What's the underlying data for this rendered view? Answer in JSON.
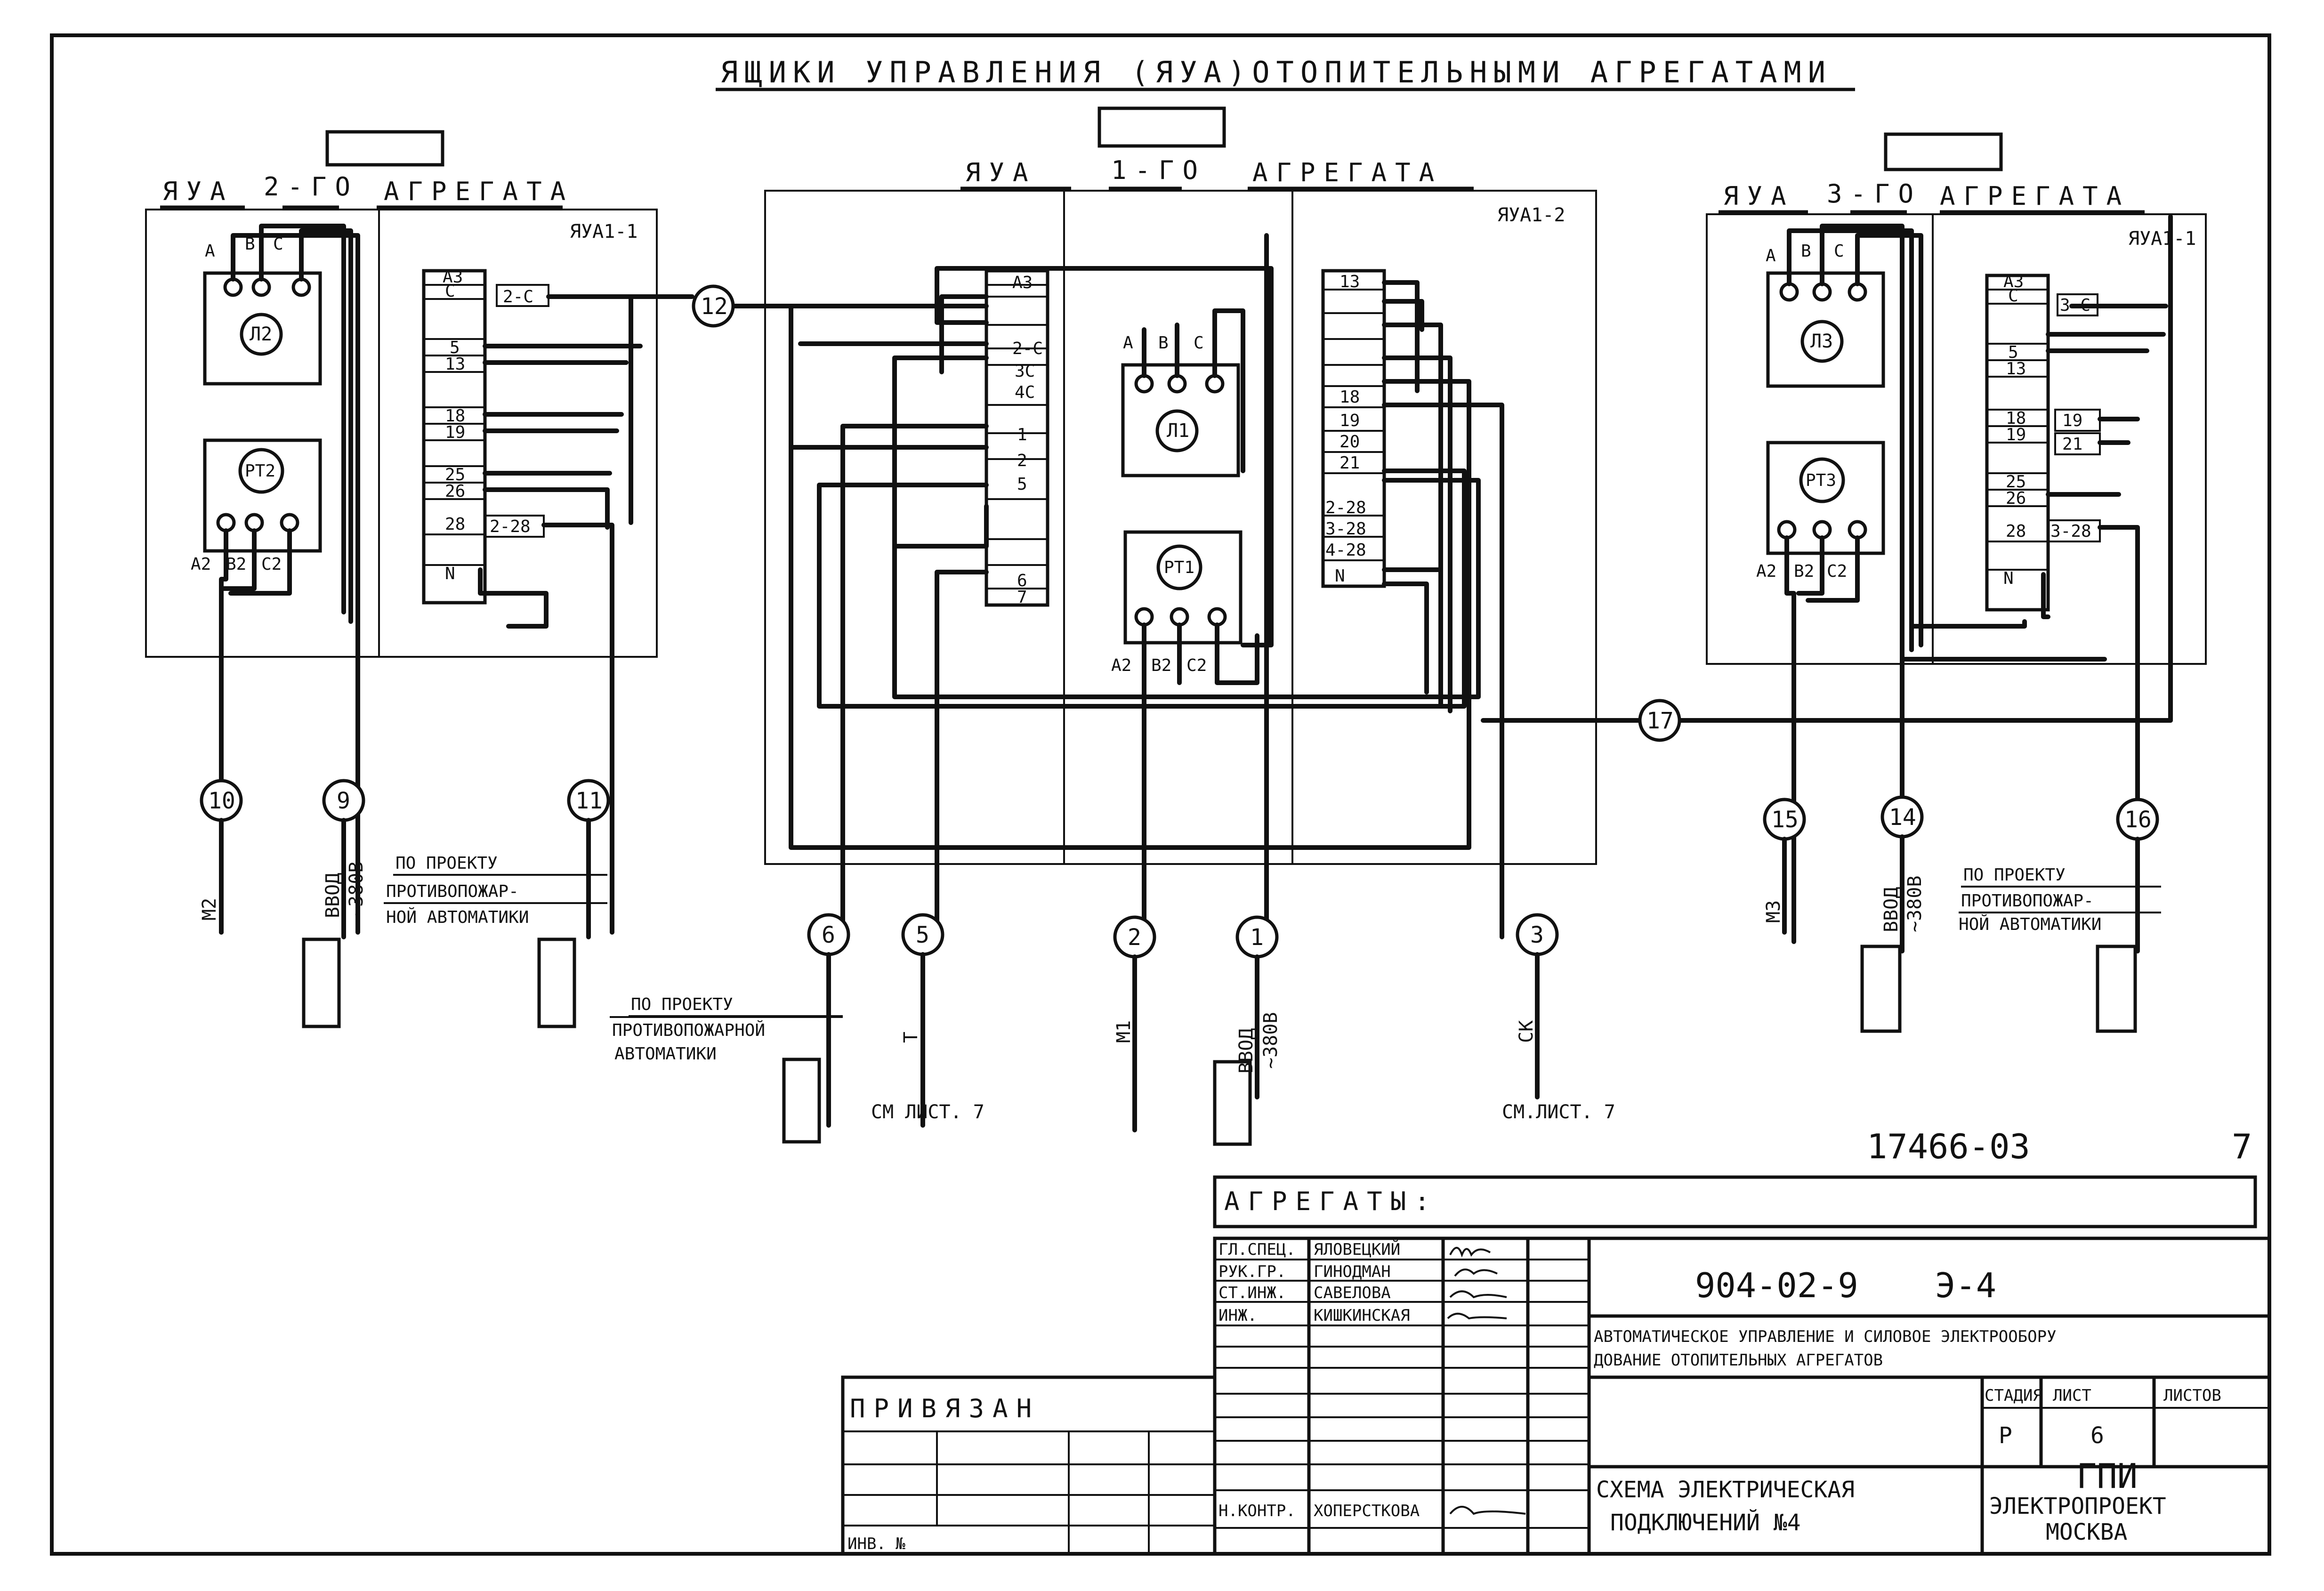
{
  "title": "ЯЩИКИ  УПРАВЛЕНИЯ (ЯУА)ОТОПИТЕЛЬНЫМИ АГРЕГАТАМИ",
  "boxes": {
    "box2": {
      "header_left": "ЯУА",
      "header_num": "2-ГО",
      "header_right": "АГРЕГАТА",
      "cabinet_id": "ЯУА1-1",
      "terminals": [
        "А3",
        "С",
        "5",
        "13",
        "18",
        "19",
        "25",
        "26",
        "28",
        "N"
      ],
      "links": [
        "2-С",
        "2-28"
      ],
      "lamp": "Л2",
      "relay": "РТ2",
      "lamp_phases": [
        "А",
        "В",
        "С"
      ],
      "relay_phases": [
        "А2",
        "В2",
        "С2"
      ]
    },
    "box1": {
      "header_left": "ЯУА",
      "header_num": "1-ГО",
      "header_right": "АГРЕГАТА",
      "cabinet_id": "ЯУА1-2",
      "terminals_left": [
        "А3",
        "2-С",
        "3С",
        "4С",
        "1",
        "2",
        "5",
        "6",
        "7"
      ],
      "terminals_right": [
        "13",
        "18",
        "19",
        "20",
        "21",
        "2-28",
        "3-28",
        "4-28",
        "N"
      ],
      "lamp": "Л1",
      "relay": "РТ1",
      "lamp_phases": [
        "А",
        "В",
        "С"
      ],
      "relay_phases": [
        "А2",
        "В2",
        "С2"
      ]
    },
    "box3": {
      "header_left": "ЯУА",
      "header_num": "3-ГО",
      "header_right": "АГРЕГАТА",
      "cabinet_id": "ЯУА1-1",
      "terminals": [
        "А3",
        "С",
        "5",
        "13",
        "18",
        "19",
        "25",
        "26",
        "28",
        "N"
      ],
      "links": [
        "3-С",
        "19",
        "21",
        "3-28"
      ],
      "lamp": "Л3",
      "relay": "РТ3",
      "lamp_phases": [
        "А",
        "В",
        "С"
      ],
      "relay_phases": [
        "А2",
        "В2",
        "С2"
      ]
    }
  },
  "cables": {
    "c1": "1",
    "c2": "2",
    "c3": "3",
    "c5": "5",
    "c6": "6",
    "c9": "9",
    "c10": "10",
    "c11": "11",
    "c12": "12",
    "c14": "14",
    "c15": "15",
    "c16": "16",
    "c17": "17"
  },
  "cable_labels": {
    "m1": "М1",
    "m2": "М2",
    "m3": "М3",
    "vvod": "ВВОД",
    "v380": "~380В",
    "t": "Т",
    "sk": "СК",
    "see_sheet_a": "СМ ЛИСТ. 7",
    "see_sheet_b": "СМ.ЛИСТ. 7"
  },
  "notes": {
    "line1": "ПО ПРОЕКТУ",
    "line2": "ПРОТИВОПОЖАР-",
    "line3": "НОЙ АВТОМАТИКИ",
    "line2b": "ПРОТИВОПОЖАРНОЙ",
    "line3b": "АВТОМАТИКИ"
  },
  "stamp": {
    "doc_number": "17466-03",
    "page_number": "7",
    "section": "АГРЕГАТЫ:",
    "code": "904-02-9",
    "sheet_code": "Э-4",
    "description_1": "АВТОМАТИЧЕСКОЕ УПРАВЛЕНИЕ И СИЛОВОЕ ЭЛЕКТРООБОРУ",
    "description_2": "ДОВАНИЕ ОТОПИТЕЛЬНЫХ АГРЕГАТОВ",
    "staff": [
      {
        "role": "ГЛ.СПЕЦ.",
        "name": "ЯЛОВЕЦКИЙ"
      },
      {
        "role": "РУК.ГР.",
        "name": "ГИНОДМАН"
      },
      {
        "role": "СТ.ИНЖ.",
        "name": "САВЕЛОВА"
      },
      {
        "role": "ИНЖ.",
        "name": "КИШКИНСКАЯ"
      }
    ],
    "norm_control_role": "Н.КОНТР.",
    "norm_control_name": "ХОПЕРСТКОВА",
    "col_stage": "СТАДИЯ",
    "col_sheet": "ЛИСТ",
    "col_sheets": "ЛИСТОВ",
    "stage": "Р",
    "sheet": "6",
    "scheme_title_1": "СХЕМА ЭЛЕКТРИЧЕСКАЯ",
    "scheme_title_2": "ПОДКЛЮЧЕНИЙ №4",
    "org_1": "ГПИ",
    "org_2": "ЭЛЕКТРОПРОЕКТ",
    "org_3": "МОСКВА",
    "bound": "ПРИВЯЗАН",
    "inv": "ИНВ. №"
  }
}
